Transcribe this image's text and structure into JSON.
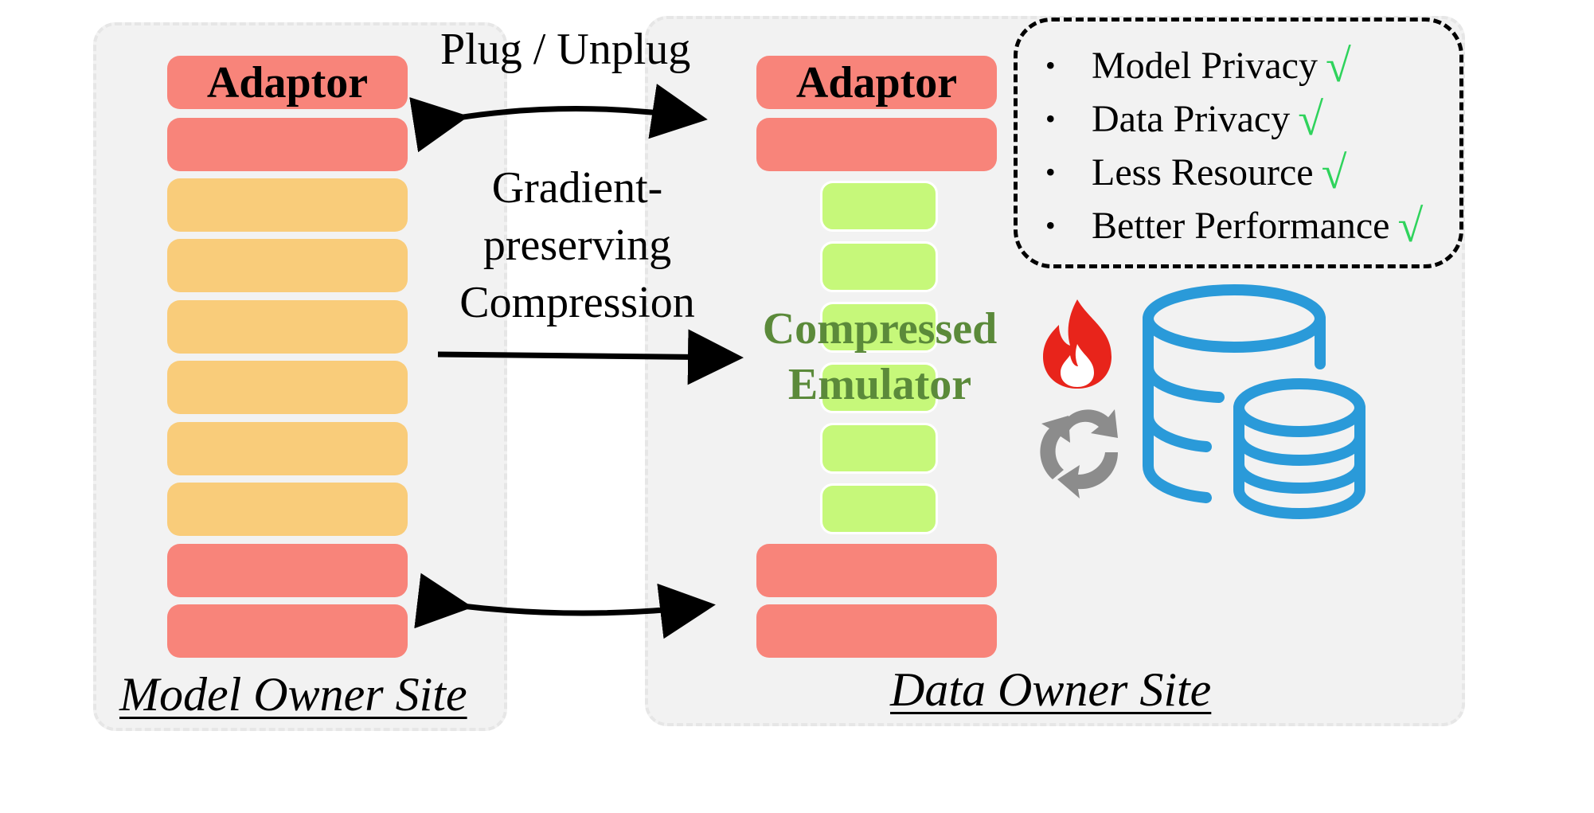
{
  "model_owner": {
    "adaptor_label": "Adaptor",
    "site_label": "Model Owner Site"
  },
  "data_owner": {
    "adaptor_label": "Adaptor",
    "site_label": "Data Owner Site",
    "emulator_label_line1": "Compressed",
    "emulator_label_line2": "Emulator"
  },
  "arrows": {
    "top_label": "Plug / Unplug",
    "compression_line1": "Gradient-",
    "compression_line2": "preserving",
    "compression_line3": "Compression"
  },
  "benefits": {
    "bullet": "•",
    "check": "√",
    "items": [
      "Model Privacy",
      "Data Privacy",
      "Less Resource",
      "Better Performance"
    ]
  },
  "colors": {
    "adaptor_layer": "#f8847a",
    "frozen_layer": "#f9cc7a",
    "emulator_layer": "#c6f87a",
    "emulator_text": "#5b8a3a",
    "check": "#2fd35c",
    "fire": "#e8241b",
    "cycle": "#8c8c8c",
    "database": "#2a9ad9"
  },
  "icons": [
    "fire-icon",
    "recycle-icon",
    "database-icon"
  ]
}
